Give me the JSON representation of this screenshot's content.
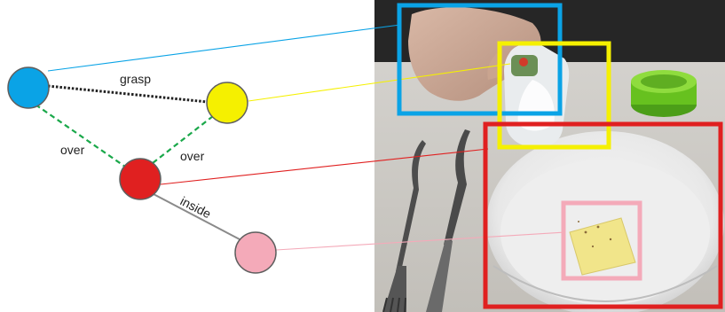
{
  "colors": {
    "hand": "#0aa3e6",
    "bottle": "#f5f000",
    "bowl": "#e02020",
    "food": "#f4aab9",
    "grasp_edge": "#222222",
    "over_edge": "#1aa84a",
    "inside_edge": "#8a8a8a"
  },
  "nodes": {
    "hand": {
      "name": "hand-node"
    },
    "bottle": {
      "name": "bottle-node"
    },
    "bowl": {
      "name": "bowl-node"
    },
    "food": {
      "name": "food-node"
    }
  },
  "edges": {
    "grasp": "grasp",
    "over_left": "over",
    "over_right": "over",
    "inside": "inside"
  },
  "scene": {
    "objects": [
      "hand",
      "spice bottle",
      "bowl",
      "food",
      "fork",
      "knife",
      "green lid"
    ]
  }
}
